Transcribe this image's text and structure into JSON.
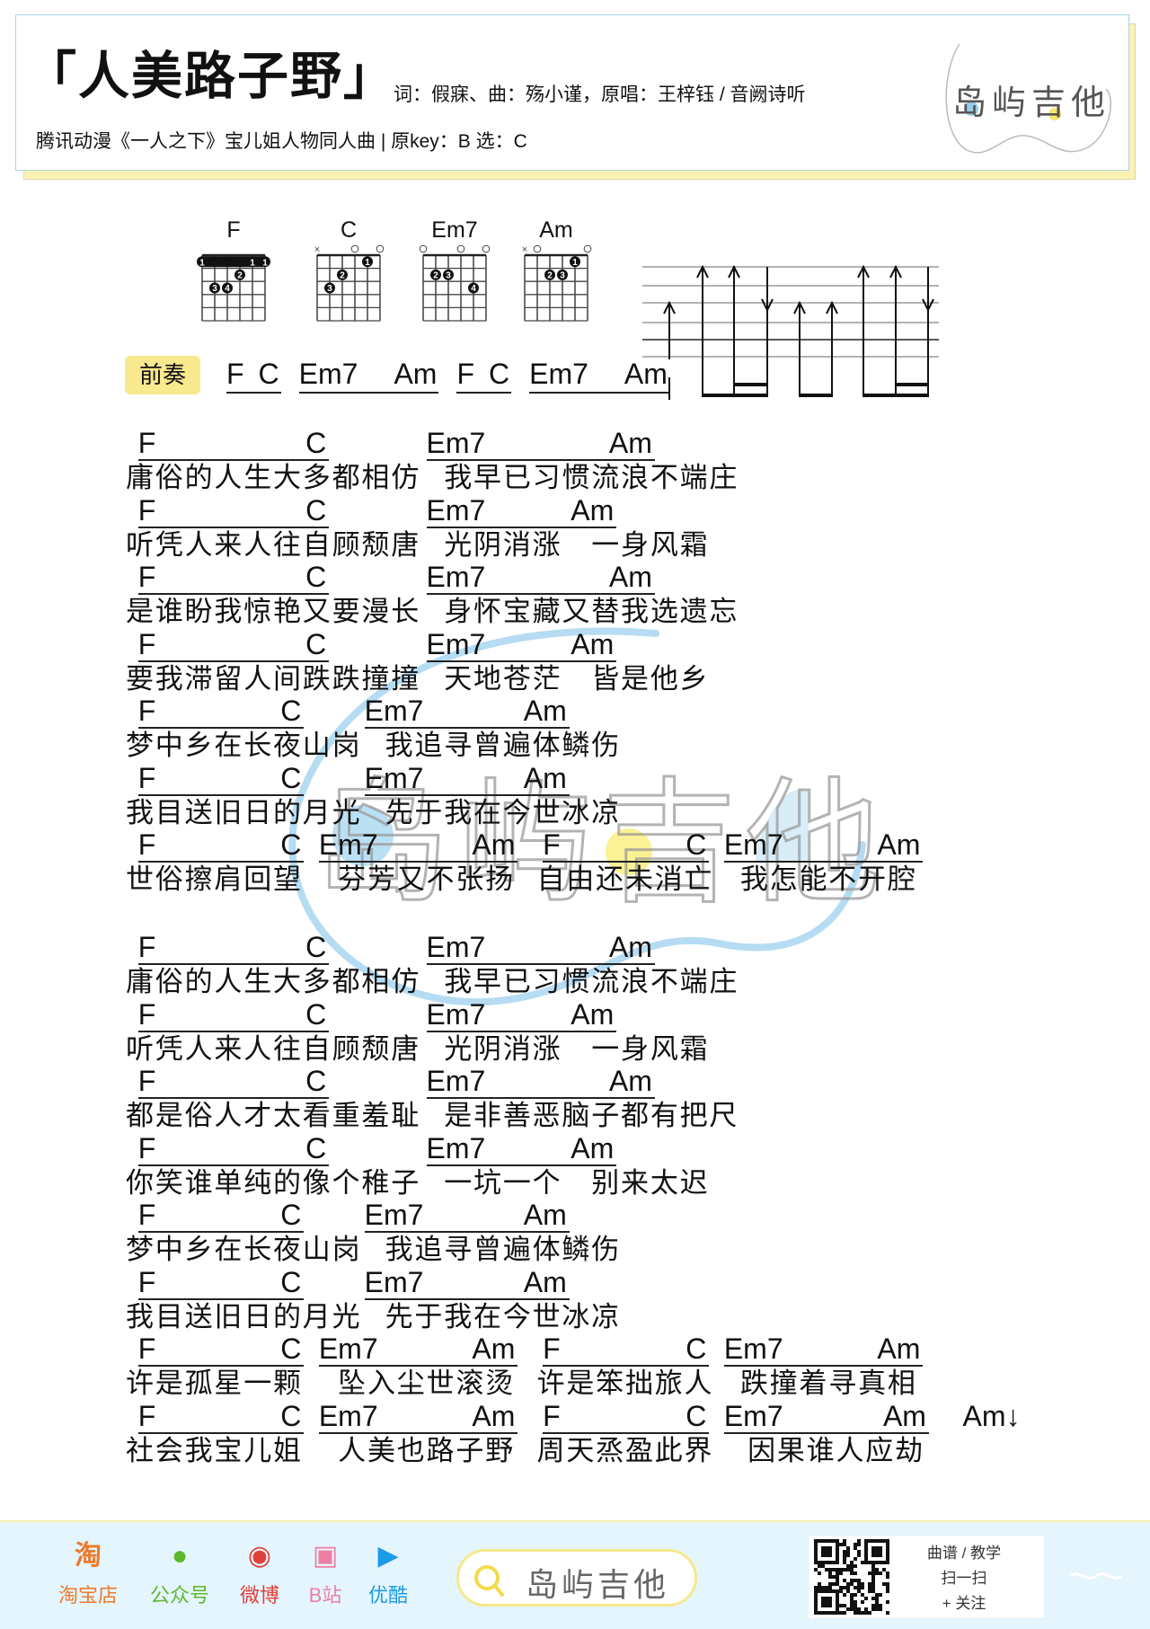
{
  "header": {
    "title": "「人美路子野」",
    "credits": "词：假寐、曲：殇小谨，原唱：王梓钰 / 音阙诗听",
    "subtitle": "腾讯动漫《一人之下》宝儿姐人物同人曲 | 原key：B 选：C",
    "logo_text": "岛屿吉他"
  },
  "chord_diagrams": [
    {
      "name": "F",
      "markers": [
        "",
        "",
        "",
        "",
        "",
        ""
      ],
      "barre": 1,
      "dots": [
        {
          "s": 3,
          "f": 2,
          "n": "2"
        },
        {
          "s": 1,
          "f": 3,
          "n": "3"
        },
        {
          "s": 2,
          "f": 3,
          "n": "4"
        }
      ]
    },
    {
      "name": "C",
      "markers": [
        "x",
        "",
        "",
        "o",
        "",
        "o"
      ],
      "barre": 0,
      "dots": [
        {
          "s": 4,
          "f": 1,
          "n": "1"
        },
        {
          "s": 2,
          "f": 2,
          "n": "2"
        },
        {
          "s": 1,
          "f": 3,
          "n": "3"
        }
      ]
    },
    {
      "name": "Em7",
      "markers": [
        "o",
        "",
        "",
        "o",
        "",
        "o"
      ],
      "barre": 0,
      "dots": [
        {
          "s": 1,
          "f": 2,
          "n": "2"
        },
        {
          "s": 2,
          "f": 2,
          "n": "3"
        },
        {
          "s": 4,
          "f": 3,
          "n": "4"
        }
      ]
    },
    {
      "name": "Am",
      "markers": [
        "x",
        "o",
        "",
        "",
        "",
        "o"
      ],
      "barre": 0,
      "dots": [
        {
          "s": 4,
          "f": 1,
          "n": "1"
        },
        {
          "s": 2,
          "f": 2,
          "n": "2"
        },
        {
          "s": 3,
          "f": 2,
          "n": "3"
        }
      ]
    }
  ],
  "strum_pattern": [
    "up",
    "up",
    "up",
    "down",
    "up",
    "up",
    "up",
    "up",
    "down"
  ],
  "intro": {
    "label": "前奏",
    "groups": [
      [
        "F",
        "C"
      ],
      [
        "Em7",
        "Am"
      ],
      [
        "F",
        "C"
      ],
      [
        "Em7",
        "Am"
      ]
    ]
  },
  "sections": [
    {
      "lines": [
        {
          "segs": [
            {
              "start": 0,
              "text": "庸俗的人生大多都相仿",
              "chords": [
                {
                  "c": "F",
                  "at": 0.42
                },
                {
                  "c": "C",
                  "at": 6.1
                }
              ]
            },
            {
              "start": 10.8,
              "text": "我早已习惯流浪不端庄",
              "chords": [
                {
                  "c": "Em7",
                  "at": 10.2
                },
                {
                  "c": "Am",
                  "at": 16.4
                }
              ]
            }
          ]
        },
        {
          "segs": [
            {
              "start": 0,
              "text": "听凭人来人往自顾颓唐",
              "chords": [
                {
                  "c": "F",
                  "at": 0.42
                },
                {
                  "c": "C",
                  "at": 6.1
                }
              ]
            },
            {
              "start": 10.8,
              "text": "光阴消涨　一身风霜",
              "chords": [
                {
                  "c": "Em7",
                  "at": 10.2
                },
                {
                  "c": "Am",
                  "at": 15.1
                }
              ]
            }
          ]
        },
        {
          "segs": [
            {
              "start": 0,
              "text": "是谁盼我惊艳又要漫长",
              "chords": [
                {
                  "c": "F",
                  "at": 0.42
                },
                {
                  "c": "C",
                  "at": 6.1
                }
              ]
            },
            {
              "start": 10.8,
              "text": "身怀宝藏又替我选遗忘",
              "chords": [
                {
                  "c": "Em7",
                  "at": 10.2
                },
                {
                  "c": "Am",
                  "at": 16.4
                }
              ]
            }
          ]
        },
        {
          "segs": [
            {
              "start": 0,
              "text": "要我滞留人间跌跌撞撞",
              "chords": [
                {
                  "c": "F",
                  "at": 0.42
                },
                {
                  "c": "C",
                  "at": 6.1
                }
              ]
            },
            {
              "start": 10.8,
              "text": "天地苍茫　皆是他乡",
              "chords": [
                {
                  "c": "Em7",
                  "at": 10.2
                },
                {
                  "c": "Am",
                  "at": 15.1
                }
              ]
            }
          ]
        },
        {
          "segs": [
            {
              "start": 0,
              "text": "梦中乡在长夜山岗",
              "chords": [
                {
                  "c": "F",
                  "at": 0.42
                },
                {
                  "c": "C",
                  "at": 5.25
                }
              ]
            },
            {
              "start": 8.8,
              "text": "我追寻曾遍体鳞伤",
              "chords": [
                {
                  "c": "Em7",
                  "at": 8.1
                },
                {
                  "c": "Am",
                  "at": 13.5
                }
              ]
            }
          ]
        },
        {
          "segs": [
            {
              "start": 0,
              "text": "我目送旧日的月光",
              "chords": [
                {
                  "c": "F",
                  "at": 0.42
                },
                {
                  "c": "C",
                  "at": 5.25
                }
              ]
            },
            {
              "start": 8.8,
              "text": "先于我在今世冰凉",
              "chords": [
                {
                  "c": "Em7",
                  "at": 8.1
                },
                {
                  "c": "Am",
                  "at": 13.5
                }
              ]
            }
          ]
        },
        {
          "segs": [
            {
              "start": 0,
              "text": "世俗擦肩回望",
              "chords": [
                {
                  "c": "F",
                  "at": 0.42
                },
                {
                  "c": "C",
                  "at": 5.25
                }
              ]
            },
            {
              "start": 7.2,
              "text": "芬芳又不张扬",
              "chords": [
                {
                  "c": "Em7",
                  "at": 6.55
                },
                {
                  "c": "Am",
                  "at": 11.75
                }
              ]
            },
            {
              "start": 13.95,
              "text": "自由还未消亡",
              "chords": [
                {
                  "c": "F",
                  "at": 14.15
                },
                {
                  "c": "C",
                  "at": 19.0
                }
              ]
            },
            {
              "start": 20.85,
              "text": "我怎能不开腔",
              "chords": [
                {
                  "c": "Em7",
                  "at": 20.3
                },
                {
                  "c": "Am",
                  "at": 25.5
                }
              ]
            }
          ]
        }
      ]
    },
    {
      "lines": [
        {
          "segs": [
            {
              "start": 0,
              "text": "庸俗的人生大多都相仿",
              "chords": [
                {
                  "c": "F",
                  "at": 0.42
                },
                {
                  "c": "C",
                  "at": 6.1
                }
              ]
            },
            {
              "start": 10.8,
              "text": "我早已习惯流浪不端庄",
              "chords": [
                {
                  "c": "Em7",
                  "at": 10.2
                },
                {
                  "c": "Am",
                  "at": 16.4
                }
              ]
            }
          ]
        },
        {
          "segs": [
            {
              "start": 0,
              "text": "听凭人来人往自顾颓唐",
              "chords": [
                {
                  "c": "F",
                  "at": 0.42
                },
                {
                  "c": "C",
                  "at": 6.1
                }
              ]
            },
            {
              "start": 10.8,
              "text": "光阴消涨　一身风霜",
              "chords": [
                {
                  "c": "Em7",
                  "at": 10.2
                },
                {
                  "c": "Am",
                  "at": 15.1
                }
              ]
            }
          ]
        },
        {
          "segs": [
            {
              "start": 0,
              "text": "都是俗人才太看重羞耻",
              "chords": [
                {
                  "c": "F",
                  "at": 0.42
                },
                {
                  "c": "C",
                  "at": 6.1
                }
              ]
            },
            {
              "start": 10.8,
              "text": "是非善恶脑子都有把尺",
              "chords": [
                {
                  "c": "Em7",
                  "at": 10.2
                },
                {
                  "c": "Am",
                  "at": 16.4
                }
              ]
            }
          ]
        },
        {
          "segs": [
            {
              "start": 0,
              "text": "你笑谁单纯的像个稚子",
              "chords": [
                {
                  "c": "F",
                  "at": 0.42
                },
                {
                  "c": "C",
                  "at": 6.1
                }
              ]
            },
            {
              "start": 10.8,
              "text": "一坑一个　别来太迟",
              "chords": [
                {
                  "c": "Em7",
                  "at": 10.2
                },
                {
                  "c": "Am",
                  "at": 15.1
                }
              ]
            }
          ]
        },
        {
          "segs": [
            {
              "start": 0,
              "text": "梦中乡在长夜山岗",
              "chords": [
                {
                  "c": "F",
                  "at": 0.42
                },
                {
                  "c": "C",
                  "at": 5.25
                }
              ]
            },
            {
              "start": 8.8,
              "text": "我追寻曾遍体鳞伤",
              "chords": [
                {
                  "c": "Em7",
                  "at": 8.1
                },
                {
                  "c": "Am",
                  "at": 13.5
                }
              ]
            }
          ]
        },
        {
          "segs": [
            {
              "start": 0,
              "text": "我目送旧日的月光",
              "chords": [
                {
                  "c": "F",
                  "at": 0.42
                },
                {
                  "c": "C",
                  "at": 5.25
                }
              ]
            },
            {
              "start": 8.8,
              "text": "先于我在今世冰凉",
              "chords": [
                {
                  "c": "Em7",
                  "at": 8.1
                },
                {
                  "c": "Am",
                  "at": 13.5
                }
              ]
            }
          ]
        },
        {
          "segs": [
            {
              "start": 0,
              "text": "许是孤星一颗",
              "chords": [
                {
                  "c": "F",
                  "at": 0.42
                },
                {
                  "c": "C",
                  "at": 5.25
                }
              ]
            },
            {
              "start": 7.2,
              "text": "坠入尘世滚烫",
              "chords": [
                {
                  "c": "Em7",
                  "at": 6.55
                },
                {
                  "c": "Am",
                  "at": 11.75
                }
              ]
            },
            {
              "start": 13.95,
              "text": "许是笨拙旅人",
              "chords": [
                {
                  "c": "F",
                  "at": 14.15
                },
                {
                  "c": "C",
                  "at": 19.0
                }
              ]
            },
            {
              "start": 20.85,
              "text": "跌撞着寻真相",
              "chords": [
                {
                  "c": "Em7",
                  "at": 20.3
                },
                {
                  "c": "Am",
                  "at": 25.5
                }
              ]
            }
          ]
        },
        {
          "segs": [
            {
              "start": 0,
              "text": "社会我宝儿姐",
              "chords": [
                {
                  "c": "F",
                  "at": 0.42
                },
                {
                  "c": "C",
                  "at": 5.25
                }
              ]
            },
            {
              "start": 7.2,
              "text": "人美也路子野",
              "chords": [
                {
                  "c": "Em7",
                  "at": 6.55
                },
                {
                  "c": "Am",
                  "at": 11.75
                }
              ]
            },
            {
              "start": 13.95,
              "text": "周天烝盈此界",
              "chords": [
                {
                  "c": "F",
                  "at": 14.15
                },
                {
                  "c": "C",
                  "at": 19.0
                }
              ]
            },
            {
              "start": 21.1,
              "text": "因果谁人应劫",
              "chords": [
                {
                  "c": "Em7",
                  "at": 20.3
                },
                {
                  "c": "Am",
                  "at": 25.7
                }
              ]
            },
            {
              "start": 28.4,
              "text": "",
              "underline": false,
              "chords": [
                {
                  "c": "Am↓",
                  "at": 28.4
                }
              ]
            }
          ]
        }
      ]
    }
  ],
  "watermark": {
    "text": "岛屿吉他",
    "colors": {
      "blue": "#9fd3ee",
      "yellow": "#fbf08a",
      "gray": "#9a9a9a"
    }
  },
  "footer": {
    "items": [
      {
        "icon": "淘",
        "label": "淘宝店",
        "color": "#ec7a2c"
      },
      {
        "icon": "●",
        "label": "公众号",
        "color": "#5db82d"
      },
      {
        "icon": "◉",
        "label": "微博",
        "color": "#e0403a"
      },
      {
        "icon": "▣",
        "label": "B站",
        "color": "#ef7ea4"
      },
      {
        "icon": "▶",
        "label": "优酷",
        "color": "#1c9be6"
      }
    ],
    "search_text": "岛屿吉他",
    "qr_lines": [
      "曲谱 / 教学",
      "扫一扫",
      "+ 关注"
    ]
  }
}
